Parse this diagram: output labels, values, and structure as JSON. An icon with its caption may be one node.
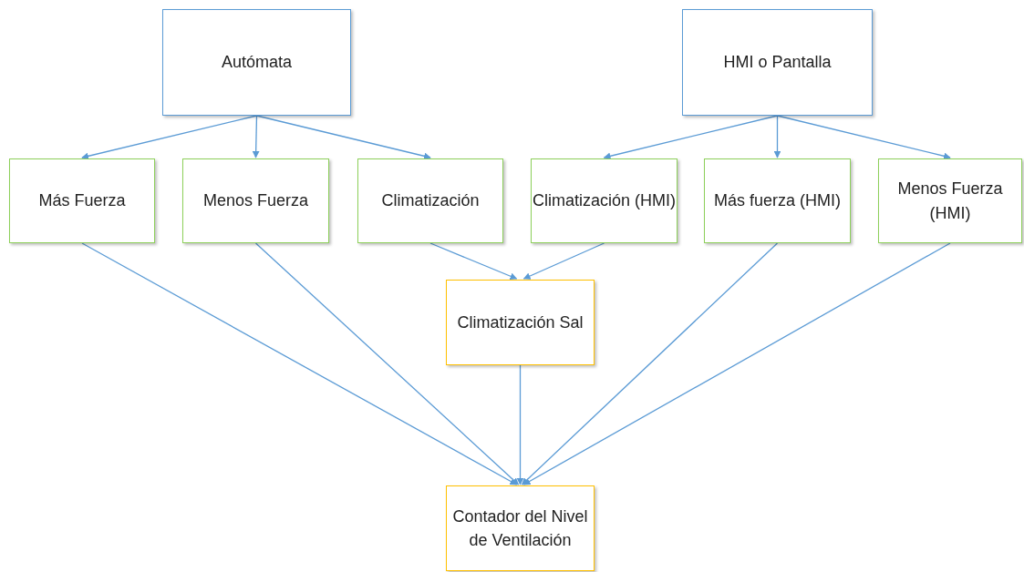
{
  "diagram": {
    "nodes": [
      {
        "text": [
          "Autómata"
        ]
      },
      {
        "text": [
          "HMI o Pantalla"
        ]
      },
      {
        "text": [
          "Más Fuerza"
        ]
      },
      {
        "text": [
          "Menos Fuerza"
        ]
      },
      {
        "text": [
          "Climatización"
        ]
      },
      {
        "text": [
          "Climatización (HMI)"
        ]
      },
      {
        "text": [
          "Más fuerza (HMI)"
        ]
      },
      {
        "text": [
          "Menos Fuerza (HMI)"
        ]
      },
      {
        "text": [
          "Climatización Sal"
        ]
      },
      {
        "text": [
          "Contador del Nivel de Ventilación"
        ]
      }
    ],
    "edges": [
      {
        "from": 0,
        "to": 2,
        "arrow": "to"
      },
      {
        "from": 0,
        "to": 3,
        "arrow": "to"
      },
      {
        "from": 0,
        "to": 4,
        "arrow": "to"
      },
      {
        "from": 1,
        "to": 5,
        "arrow": "to"
      },
      {
        "from": 1,
        "to": 6,
        "arrow": "to"
      },
      {
        "from": 1,
        "to": 7,
        "arrow": "to"
      },
      {
        "from": 4,
        "to": 8,
        "arrow": "to"
      },
      {
        "from": 5,
        "to": 8,
        "arrow": "to"
      },
      {
        "from": 2,
        "to": 9,
        "arrow": "to"
      },
      {
        "from": 3,
        "to": 9,
        "arrow": "to"
      },
      {
        "from": 8,
        "to": 9,
        "arrow": "to"
      },
      {
        "from": 6,
        "to": 9,
        "arrow": "to"
      },
      {
        "from": 7,
        "to": 9,
        "arrow": "to"
      }
    ]
  }
}
